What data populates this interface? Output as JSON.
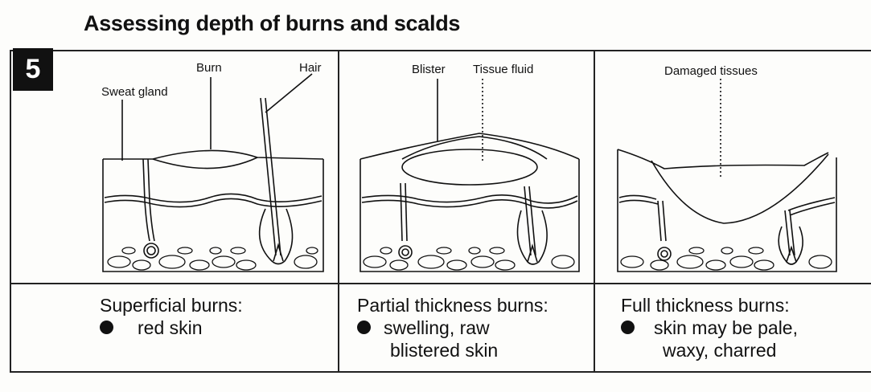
{
  "title": "Assessing depth of burns and scalds",
  "step_number": "5",
  "panels": [
    {
      "labels": [
        "Burn",
        "Hair",
        "Sweat gland"
      ],
      "caption_heading": "Superficial burns:",
      "bullet_lines": [
        "red skin"
      ]
    },
    {
      "labels": [
        "Blister",
        "Tissue fluid"
      ],
      "caption_heading": "Partial thickness burns:",
      "bullet_lines": [
        "swelling, raw",
        "blistered skin"
      ]
    },
    {
      "labels": [
        "Damaged tissues"
      ],
      "caption_heading": "Full thickness burns:",
      "bullet_lines": [
        "skin may be pale,",
        "waxy, charred"
      ]
    }
  ]
}
